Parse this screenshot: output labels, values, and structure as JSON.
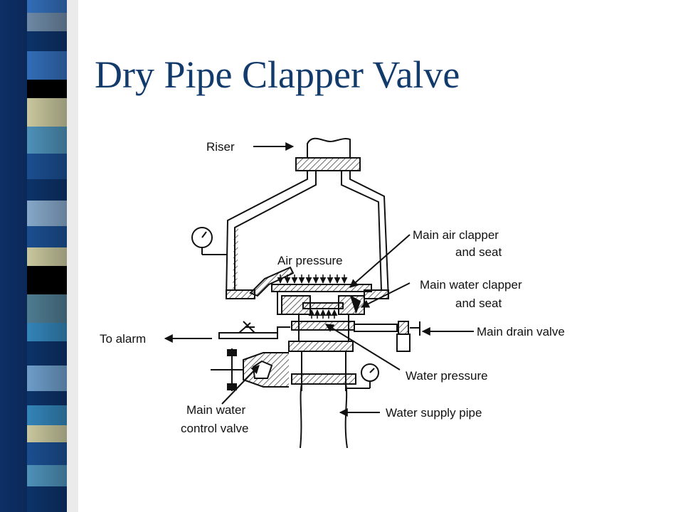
{
  "slide": {
    "title": "Dry Pipe Clapper Valve"
  },
  "band": {
    "colors": [
      "#1f5ba8",
      "#7f9fc0",
      "#3b7fd6",
      "#e8e7b7",
      "#5aa8d6",
      "#000000",
      "#0f3b7a"
    ]
  },
  "diagram": {
    "labels": {
      "riser": "Riser",
      "main_air_clapper_1": "Main air clapper",
      "main_air_clapper_2": "and seat",
      "air_pressure": "Air pressure",
      "main_water_clapper_1": "Main water clapper",
      "main_water_clapper_2": "and seat",
      "to_alarm": "To alarm",
      "main_drain_valve": "Main drain valve",
      "water_pressure": "Water pressure",
      "main_water_control_1": "Main water",
      "main_water_control_2": "control valve",
      "water_supply_pipe": "Water supply pipe"
    }
  }
}
